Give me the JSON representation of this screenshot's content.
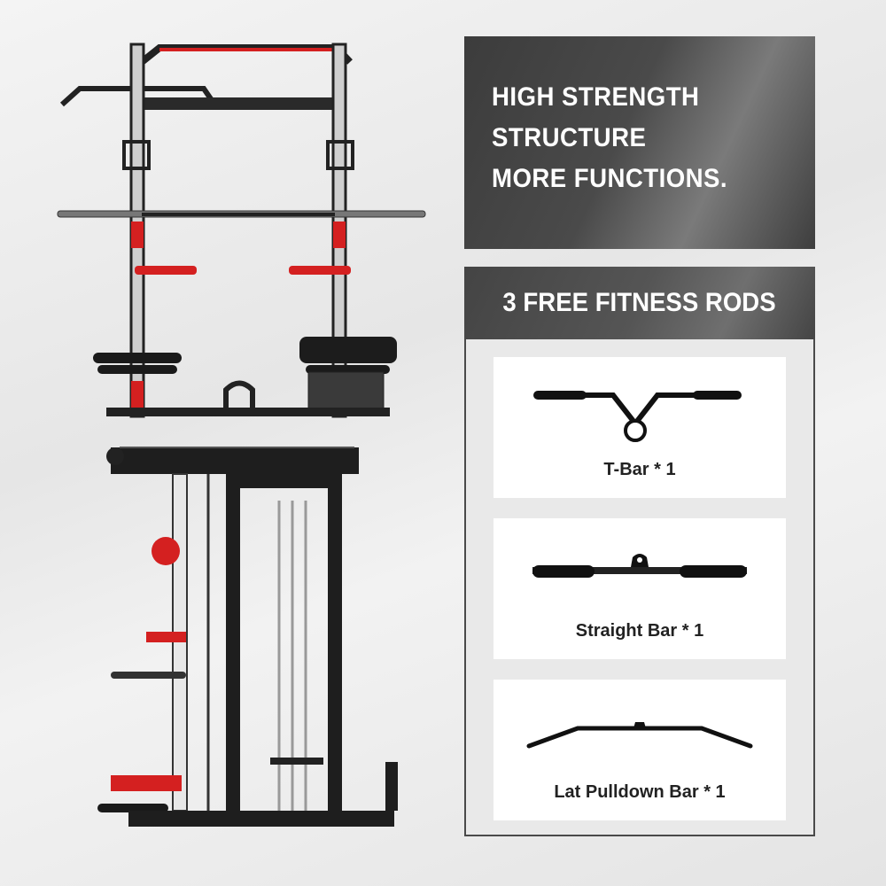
{
  "headline": {
    "lines": [
      "HIGH STRENGTH",
      "STRUCTURE",
      "MORE FUNCTIONS."
    ]
  },
  "rods": {
    "title": "3 FREE FITNESS RODS",
    "items": [
      {
        "label": "T-Bar * 1",
        "icon": "t-bar"
      },
      {
        "label": "Straight Bar * 1",
        "icon": "straight-bar"
      },
      {
        "label": "Lat Pulldown Bar * 1",
        "icon": "lat-pulldown-bar"
      }
    ]
  },
  "colors": {
    "accent": "#e02020",
    "frame": "#1e1e1e",
    "panel": "#444444"
  }
}
